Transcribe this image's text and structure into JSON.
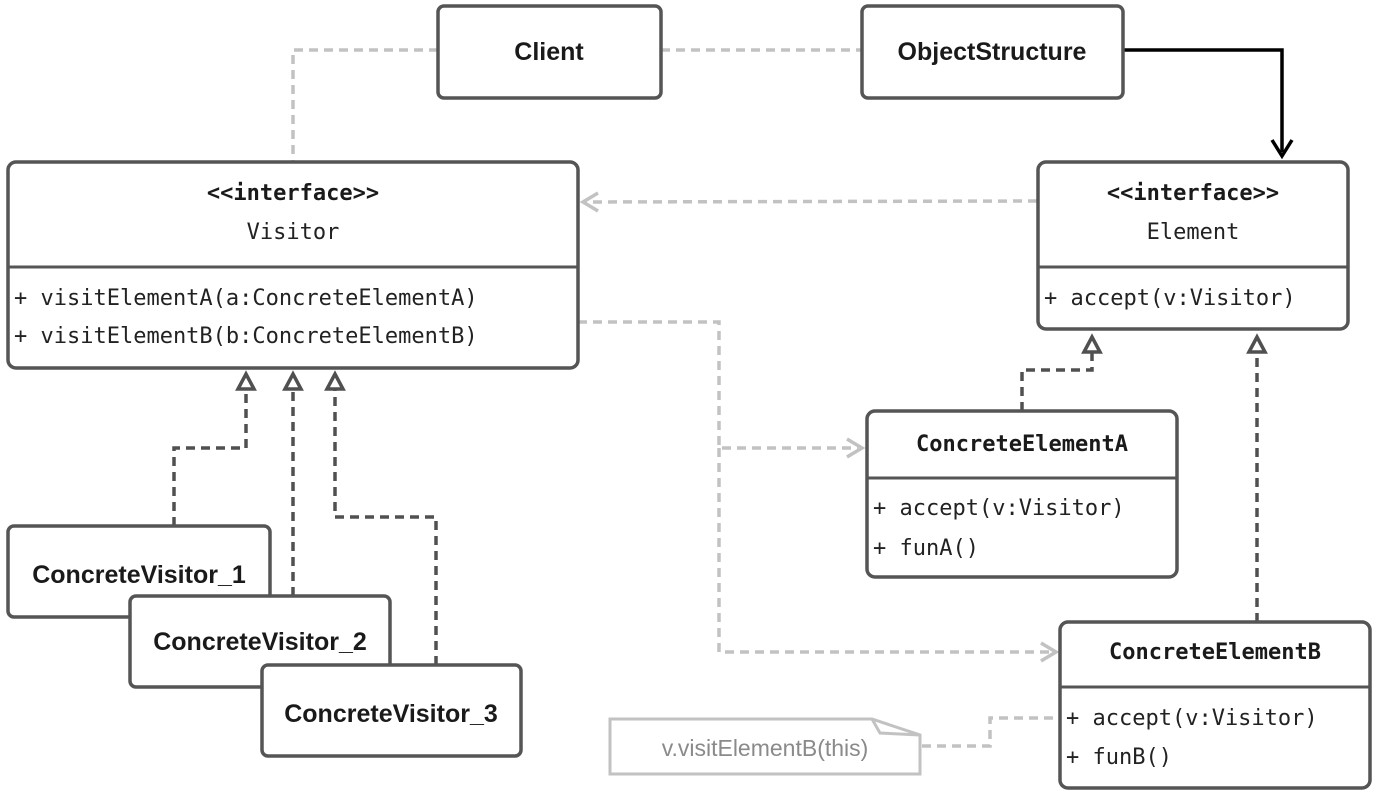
{
  "client": {
    "label": "Client"
  },
  "object_structure": {
    "label": "ObjectStructure"
  },
  "visitor": {
    "stereotype": "<<interface>>",
    "name": "Visitor",
    "methods": [
      "+ visitElementA(a:ConcreteElementA)",
      "+ visitElementB(b:ConcreteElementB)"
    ]
  },
  "element": {
    "stereotype": "<<interface>>",
    "name": "Element",
    "methods": [
      "+ accept(v:Visitor)"
    ]
  },
  "concrete_element_a": {
    "name": "ConcreteElementA",
    "methods": [
      "+ accept(v:Visitor)",
      "+ funA()"
    ]
  },
  "concrete_element_b": {
    "name": "ConcreteElementB",
    "methods": [
      "+ accept(v:Visitor)",
      "+ funB()"
    ]
  },
  "concrete_visitors": [
    "ConcreteVisitor_1",
    "ConcreteVisitor_2",
    "ConcreteVisitor_3"
  ],
  "note": {
    "text": "v.visitElementB(this)"
  },
  "colors": {
    "box_border": "#555555",
    "light_dash": "#c2c2c2",
    "dark_dash": "#505050",
    "association": "#000000"
  }
}
